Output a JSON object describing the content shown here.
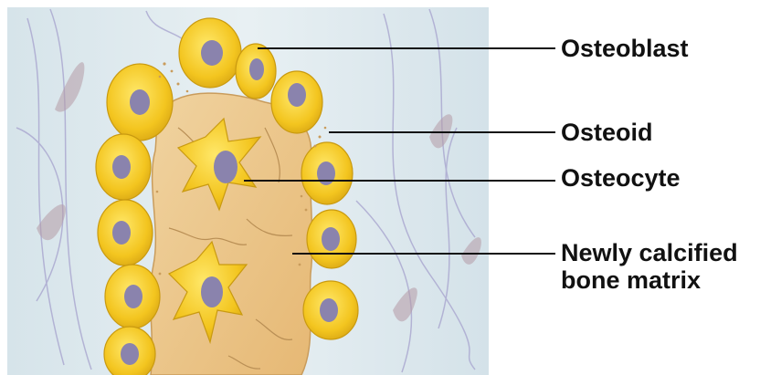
{
  "labels": {
    "osteoblast": "Osteoblast",
    "osteoid": "Osteoid",
    "osteocyte": "Osteocyte",
    "matrix_line1": "Newly calcified",
    "matrix_line2": "bone matrix"
  },
  "colors": {
    "background_panel": "#dbe8ee",
    "fibers": "#a9a6cf",
    "cell_fill": "#f3c51f",
    "cell_highlight": "#ffe86a",
    "cell_edge": "#c99a10",
    "nucleus": "#8a83ad",
    "matrix_fill": "#ecc587",
    "matrix_edge": "#c99c5c",
    "leader_line": "#111111",
    "label_text": "#111111"
  }
}
